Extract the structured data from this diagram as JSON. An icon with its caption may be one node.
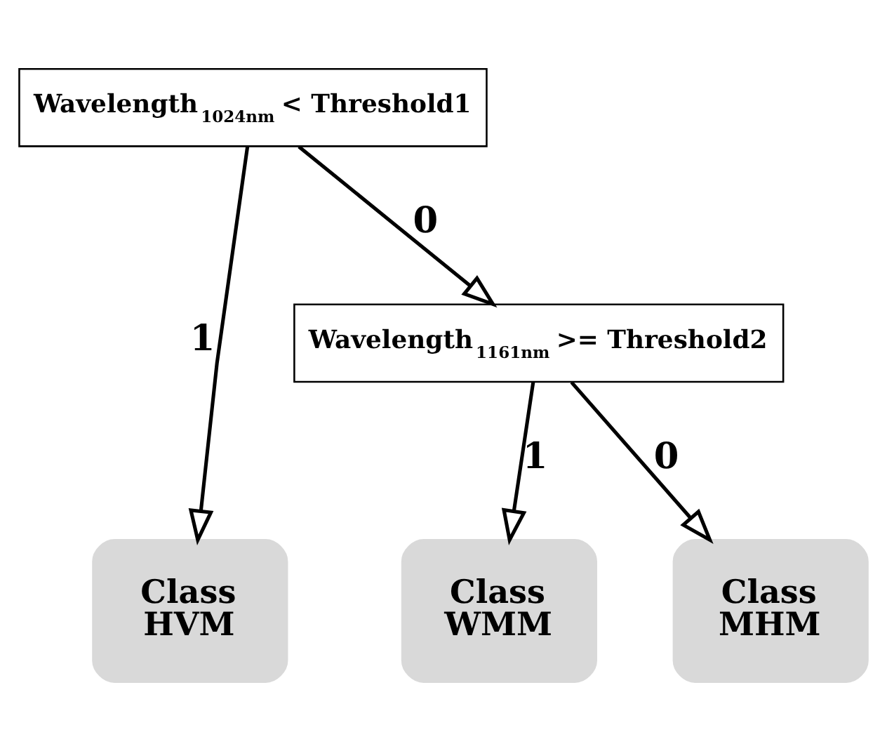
{
  "diagram": {
    "nodes": [
      {
        "text": [
          "Wavelength$_{1024nm}$ < Threshold1"
        ]
      },
      {
        "text": [
          "Wavelength$_{1161nm}$ >= Threshold2"
        ]
      },
      {
        "text": [
          "Class HVM"
        ]
      },
      {
        "text": [
          "Class WMM"
        ]
      },
      {
        "text": [
          "Class MHM"
        ]
      }
    ],
    "edges": [
      {
        "from": 0,
        "to": 2,
        "arrow": "to",
        "label": "1"
      },
      {
        "from": 0,
        "to": 1,
        "arrow": "to",
        "label": "0"
      },
      {
        "from": 1,
        "to": 3,
        "arrow": "to",
        "label": "1"
      },
      {
        "from": 1,
        "to": 4,
        "arrow": "to",
        "label": "0"
      }
    ]
  }
}
